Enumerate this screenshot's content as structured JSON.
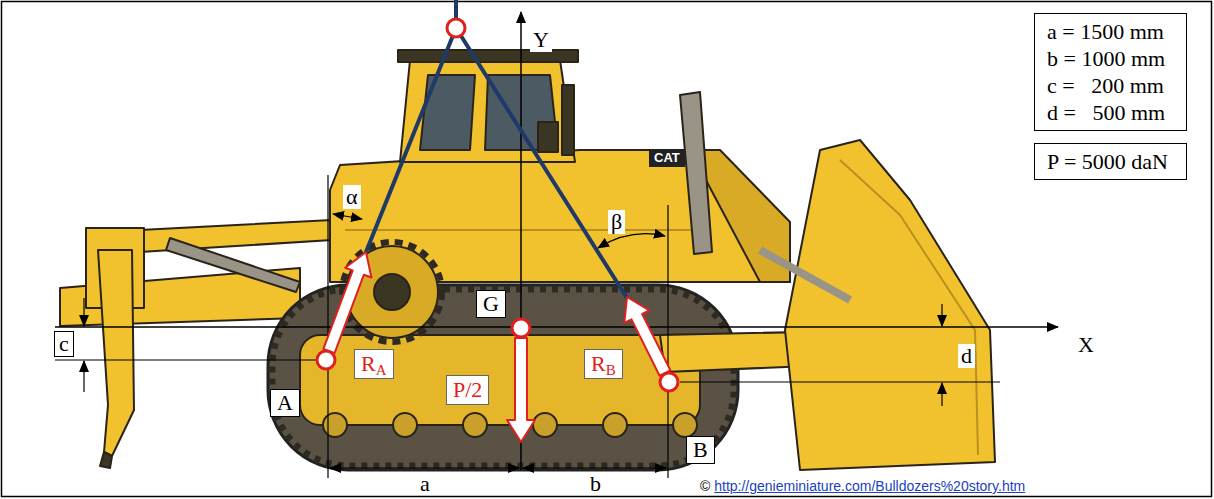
{
  "diagram": {
    "nodes": [
      {
        "text": [
          "a = 1500 mm",
          "b = 1000 mm",
          "c =   200 mm",
          "d =   500 mm"
        ]
      },
      {
        "text": [
          "P = 5000 daN"
        ]
      },
      {
        "text": [
          "G"
        ]
      },
      {
        "text": [
          "RA"
        ]
      },
      {
        "text": [
          "P/2"
        ]
      },
      {
        "text": [
          "RB"
        ]
      },
      {
        "text": [
          "A"
        ]
      },
      {
        "text": [
          "B"
        ]
      }
    ],
    "labels": [
      "Y",
      "α",
      "β",
      "CAT",
      "X",
      "c",
      "d",
      "a",
      "b",
      "© http://genieminiature.com/Bulldozers%20story.htm"
    ]
  }
}
